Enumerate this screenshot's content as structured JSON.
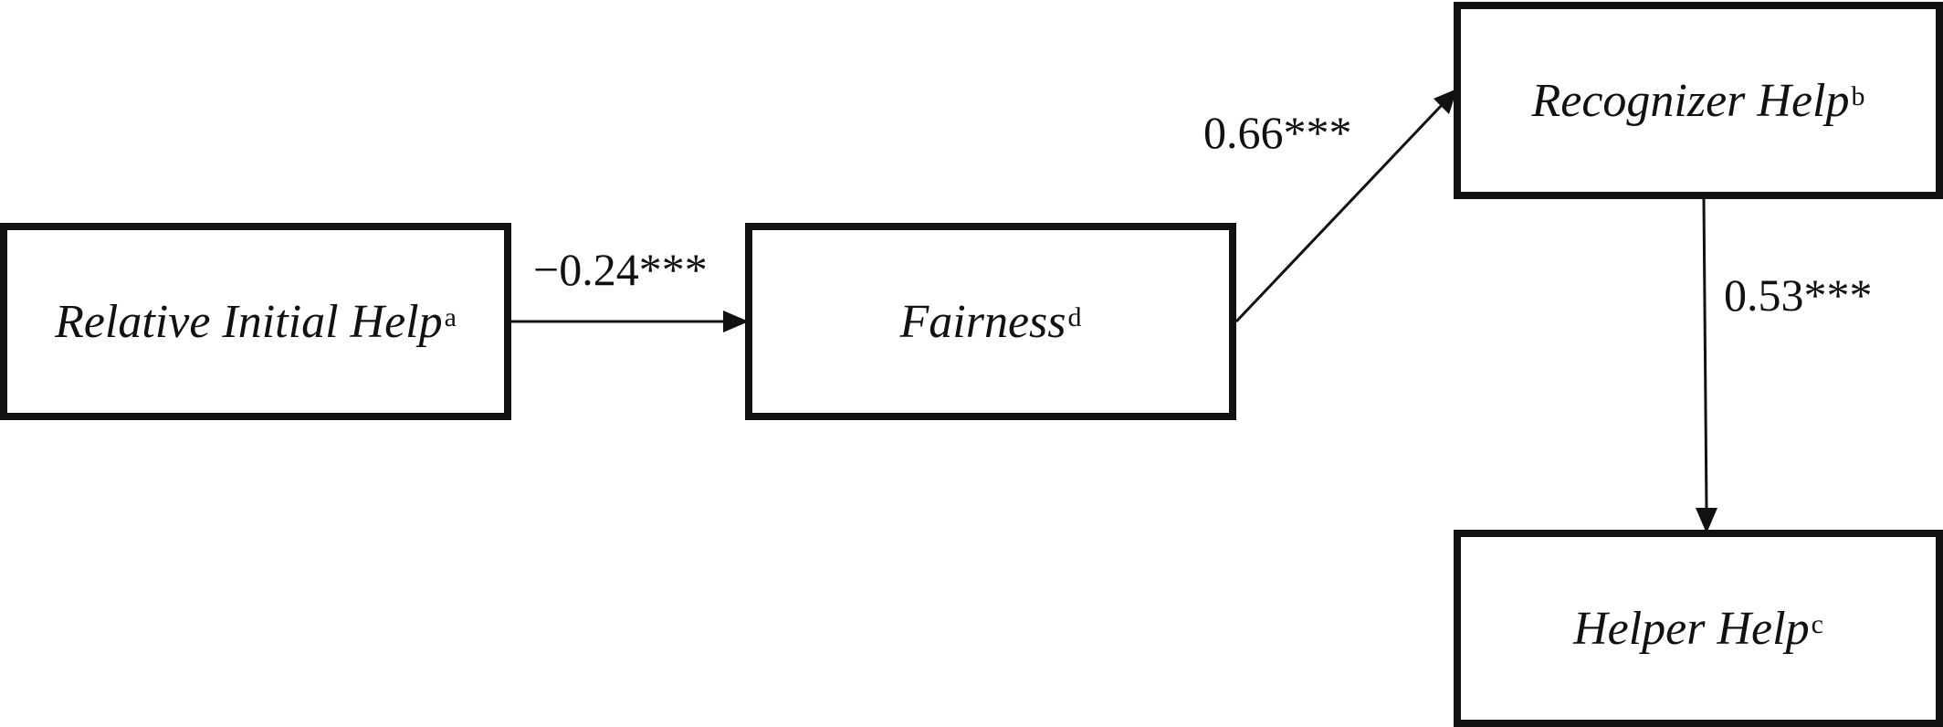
{
  "nodes": {
    "relative_initial_help": {
      "label": "Relative Initial Help",
      "superscript": "a"
    },
    "fairness": {
      "label": "Fairness",
      "superscript": "d"
    },
    "recognizer_help": {
      "label": "Recognizer Help",
      "superscript": "b"
    },
    "helper_help": {
      "label": "Helper Help",
      "superscript": "c"
    }
  },
  "edges": {
    "relative_to_fairness": {
      "coefficient": "−0.24***"
    },
    "fairness_to_recognizer": {
      "coefficient": "0.66***"
    },
    "recognizer_to_helper": {
      "coefficient": "0.53***"
    }
  }
}
